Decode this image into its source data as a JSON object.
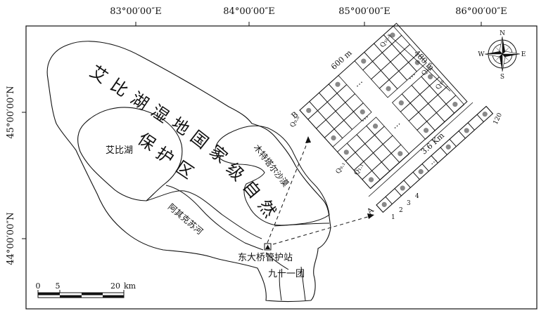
{
  "longitude_labels": [
    "83°00′00″E",
    "84°00′00″E",
    "85°00′00″E",
    "86°00′00″E"
  ],
  "latitude_labels": [
    "45°00′00″N",
    "44°00′00″N"
  ],
  "reserve_name": "艾比湖湿地国家级自然保护区",
  "reserve_name_chars": [
    "艾",
    "比",
    "湖",
    "湿",
    "地",
    "国",
    "家",
    "级",
    "自",
    "然",
    "保",
    "护",
    "区"
  ],
  "places": {
    "lake": "艾比湖",
    "desert": "木特塔尔沙漠",
    "river": "阿其克苏河",
    "station": "东大桥管护站",
    "regiment": "九十一团"
  },
  "scale_bar": {
    "ticks": [
      "0",
      "5",
      "20"
    ],
    "unit": "km"
  },
  "north_arrow": {
    "N": "N",
    "S": "S",
    "E": "E",
    "W": "W"
  },
  "plot_layout": {
    "corner_b": "B",
    "width_label": "480 m",
    "length_label": "600 m",
    "labels": [
      "Q₉.₈",
      "Q₉.₁",
      "Q₁.₈",
      "Q₁.₁",
      "Q₁₀.₈",
      "Q₁₀.₁",
      "Q₁₈"
    ],
    "ellipsis": "…"
  },
  "transect": {
    "corner_a": "A",
    "length_label": "3.6 Km",
    "numbers": [
      "1",
      "2",
      "3",
      "4"
    ],
    "end_number": "120"
  }
}
